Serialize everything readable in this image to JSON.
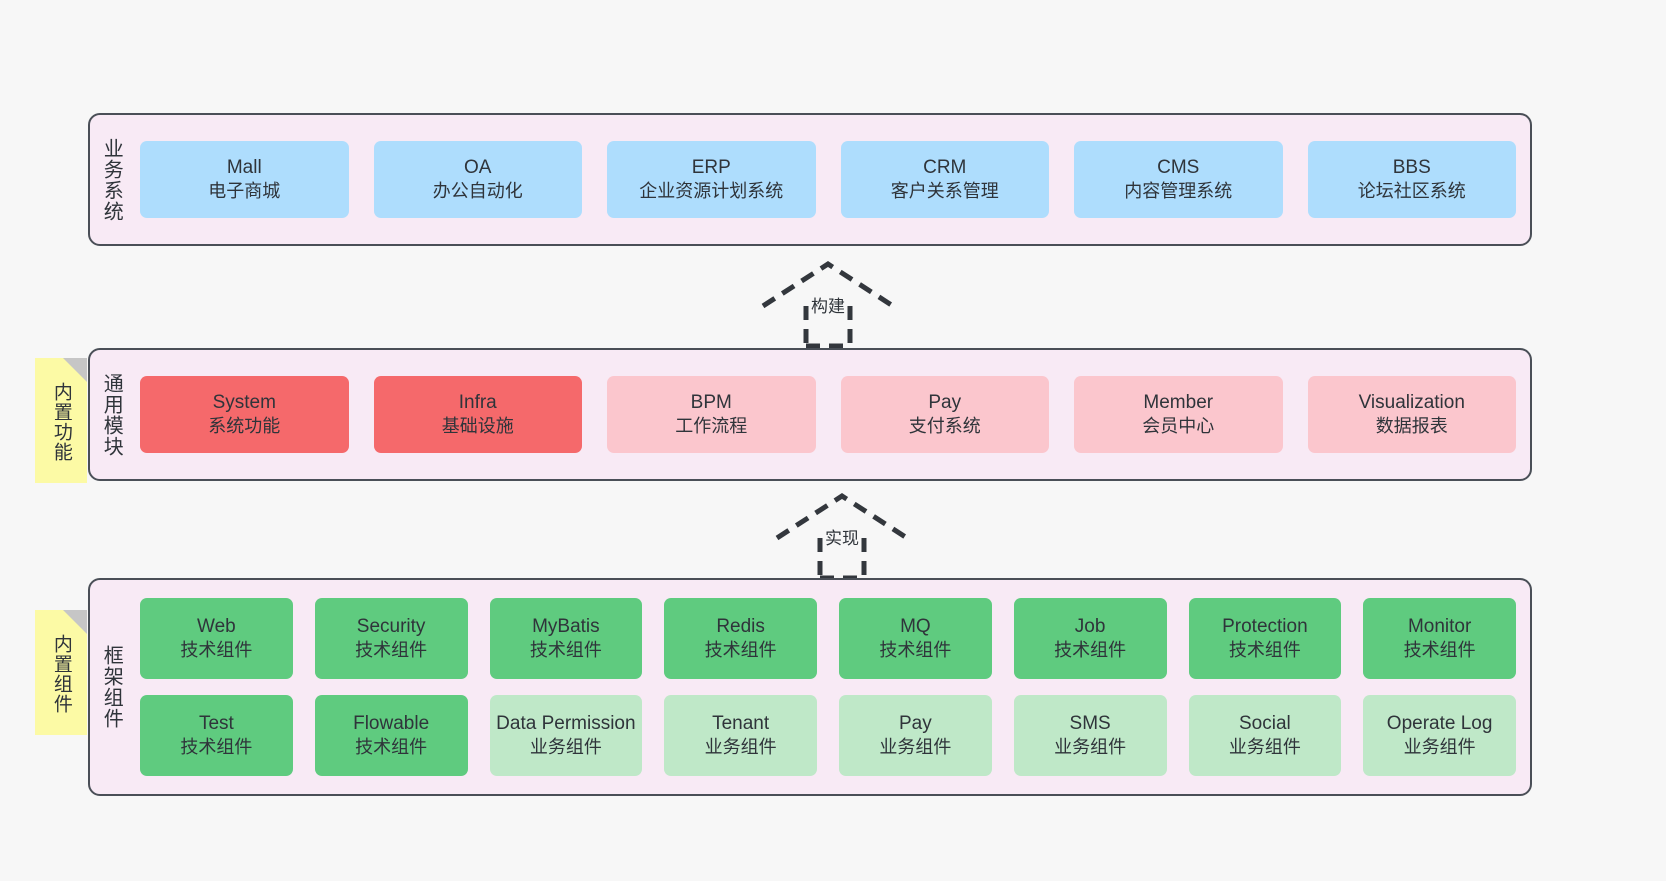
{
  "diagram": {
    "background_color": "#f7f7f7",
    "layer_background": "#f8eaf5",
    "layer_border": "#4a4f57"
  },
  "layers": [
    {
      "id": "business-systems",
      "title": "业务系统",
      "rows": [
        {
          "cards": [
            {
              "en": "Mall",
              "cn": "电子商城",
              "color": "#aeddfd"
            },
            {
              "en": "OA",
              "cn": "办公自动化",
              "color": "#aeddfd"
            },
            {
              "en": "ERP",
              "cn": "企业资源计划系统",
              "color": "#aeddfd"
            },
            {
              "en": "CRM",
              "cn": "客户关系管理",
              "color": "#aeddfd"
            },
            {
              "en": "CMS",
              "cn": "内容管理系统",
              "color": "#aeddfd"
            },
            {
              "en": "BBS",
              "cn": "论坛社区系统",
              "color": "#aeddfd"
            }
          ]
        }
      ]
    },
    {
      "id": "common-modules",
      "title": "通用模块",
      "note": "内置功能",
      "rows": [
        {
          "cards": [
            {
              "en": "System",
              "cn": "系统功能",
              "color": "#f5696b"
            },
            {
              "en": "Infra",
              "cn": "基础设施",
              "color": "#f5696b"
            },
            {
              "en": "BPM",
              "cn": "工作流程",
              "color": "#fbc6cd"
            },
            {
              "en": "Pay",
              "cn": "支付系统",
              "color": "#fbc6cd"
            },
            {
              "en": "Member",
              "cn": "会员中心",
              "color": "#fbc6cd"
            },
            {
              "en": "Visualization",
              "cn": "数据报表",
              "color": "#fbc6cd"
            }
          ]
        }
      ]
    },
    {
      "id": "framework-components",
      "title": "框架组件",
      "note": "内置组件",
      "rows": [
        {
          "cards": [
            {
              "en": "Web",
              "cn": "技术组件",
              "color": "#5fcb7f"
            },
            {
              "en": "Security",
              "cn": "技术组件",
              "color": "#5fcb7f"
            },
            {
              "en": "MyBatis",
              "cn": "技术组件",
              "color": "#5fcb7f"
            },
            {
              "en": "Redis",
              "cn": "技术组件",
              "color": "#5fcb7f"
            },
            {
              "en": "MQ",
              "cn": "技术组件",
              "color": "#5fcb7f"
            },
            {
              "en": "Job",
              "cn": "技术组件",
              "color": "#5fcb7f"
            },
            {
              "en": "Protection",
              "cn": "技术组件",
              "color": "#5fcb7f"
            },
            {
              "en": "Monitor",
              "cn": "技术组件",
              "color": "#5fcb7f"
            }
          ]
        },
        {
          "cards": [
            {
              "en": "Test",
              "cn": "技术组件",
              "color": "#5fcb7f"
            },
            {
              "en": "Flowable",
              "cn": "技术组件",
              "color": "#5fcb7f"
            },
            {
              "en": "Data Permission",
              "cn": "业务组件",
              "color": "#bfe8c8",
              "wrap": true
            },
            {
              "en": "Tenant",
              "cn": "业务组件",
              "color": "#bfe8c8"
            },
            {
              "en": "Pay",
              "cn": "业务组件",
              "color": "#bfe8c8"
            },
            {
              "en": "SMS",
              "cn": "业务组件",
              "color": "#bfe8c8"
            },
            {
              "en": "Social",
              "cn": "业务组件",
              "color": "#bfe8c8"
            },
            {
              "en": "Operate Log",
              "cn": "业务组件",
              "color": "#bfe8c8"
            }
          ]
        }
      ]
    }
  ],
  "connectors": [
    {
      "id": "build",
      "label": "构建"
    },
    {
      "id": "implement",
      "label": "实现"
    }
  ]
}
